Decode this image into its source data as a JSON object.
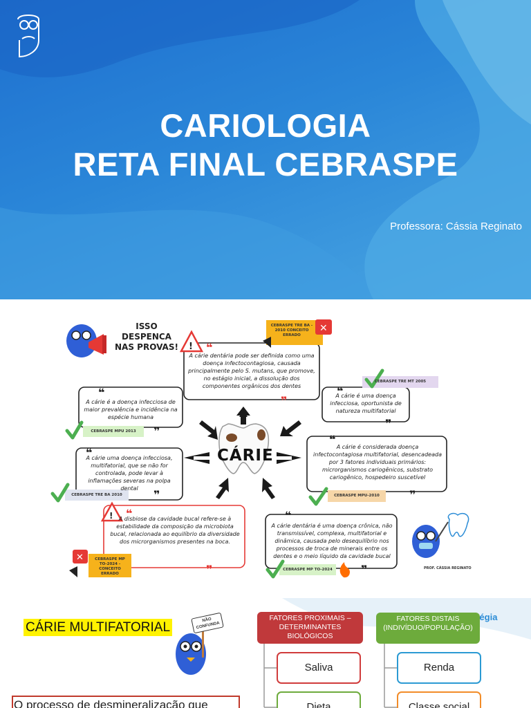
{
  "cover": {
    "title_line1": "CARIOLOGIA",
    "title_line2": "RETA FINAL CEBRASPE",
    "professor": "Professora: Cássia Reginato",
    "logo_icon": "owl-logo-icon",
    "colors": {
      "background": "#2a86d8",
      "accent": "#1e6fcf",
      "light_shape": "#5db3e6"
    }
  },
  "mindmap": {
    "header": "ISSO DESPENCA NAS PROVAS!",
    "center": "CÁRIE",
    "author": "PROF. CÁSSIA REGINATO",
    "statements": [
      {
        "text": "A cárie dentária pode ser definida como uma doença infectocontagiosa, causada principalmente pelo S. mutans, que promove, no estágio inicial, a dissolução dos componentes orgânicos dos dentes",
        "tag": "CEBRASPE TRE BA - 2010 CONCEITO ERRADO",
        "status": "wrong"
      },
      {
        "text": "A cárie é a doença infecciosa de maior prevalência e incidência na espécie humana",
        "tag": "CEBRASPE MPU 2013",
        "status": "correct"
      },
      {
        "text": "A cárie é uma doença infecciosa, oportunista de natureza multifatorial",
        "tag": "CEBRASPE TRE MT 2005",
        "status": "correct"
      },
      {
        "text": "A cárie uma doença infecciosa, multifatorial, que se não for controlada, pode levar à inflamações severas na polpa dental",
        "tag": "CEBRASPE TRE BA 2010",
        "status": "correct"
      },
      {
        "text": "A cárie é considerada doença infectocontagiosa multifatorial, desencadeada por 3 fatores individuais primários: microrganismos cariogênicos, substrato cariogênico, hospedeiro suscetível",
        "tag": "CEBRASPE MPU-2010",
        "status": "correct"
      },
      {
        "text": "A disbiose da cavidade bucal refere-se à estabilidade da composição da microbiota bucal, relacionada ao equilíbrio da diversidade dos microrganismos presentes na boca.",
        "tag": "CEBRASPE MP TO-2024 - CONCEITO ERRADO",
        "status": "wrong"
      },
      {
        "text": "A cárie dentária é uma doença crônica, não transmissível, complexa, multifatorial e dinâmica, causada pelo desequilíbrio nos processos de troca de minerais entre os dentes e o meio líquido da cavidade bucal",
        "tag": "CEBRASPE MP TO-2024",
        "status": "correct"
      }
    ]
  },
  "left_panel": {
    "heading": "CÁRIE MULTIFATORIAL",
    "badge": "NÃO CONFUNDA",
    "process_text": "O processo de desmineralização que"
  },
  "right_panel": {
    "brand": "estratégia",
    "proximal_header": "FATORES PROXIMAIS – DETERMINANTES BIOLÓGICOS",
    "distal_header": "FATORES DISTAIS (INDIVÍDUO/POPULAÇÃO)",
    "proximal_items": [
      "Saliva",
      "Dieta"
    ],
    "distal_items": [
      "Renda",
      "Classe social"
    ]
  }
}
